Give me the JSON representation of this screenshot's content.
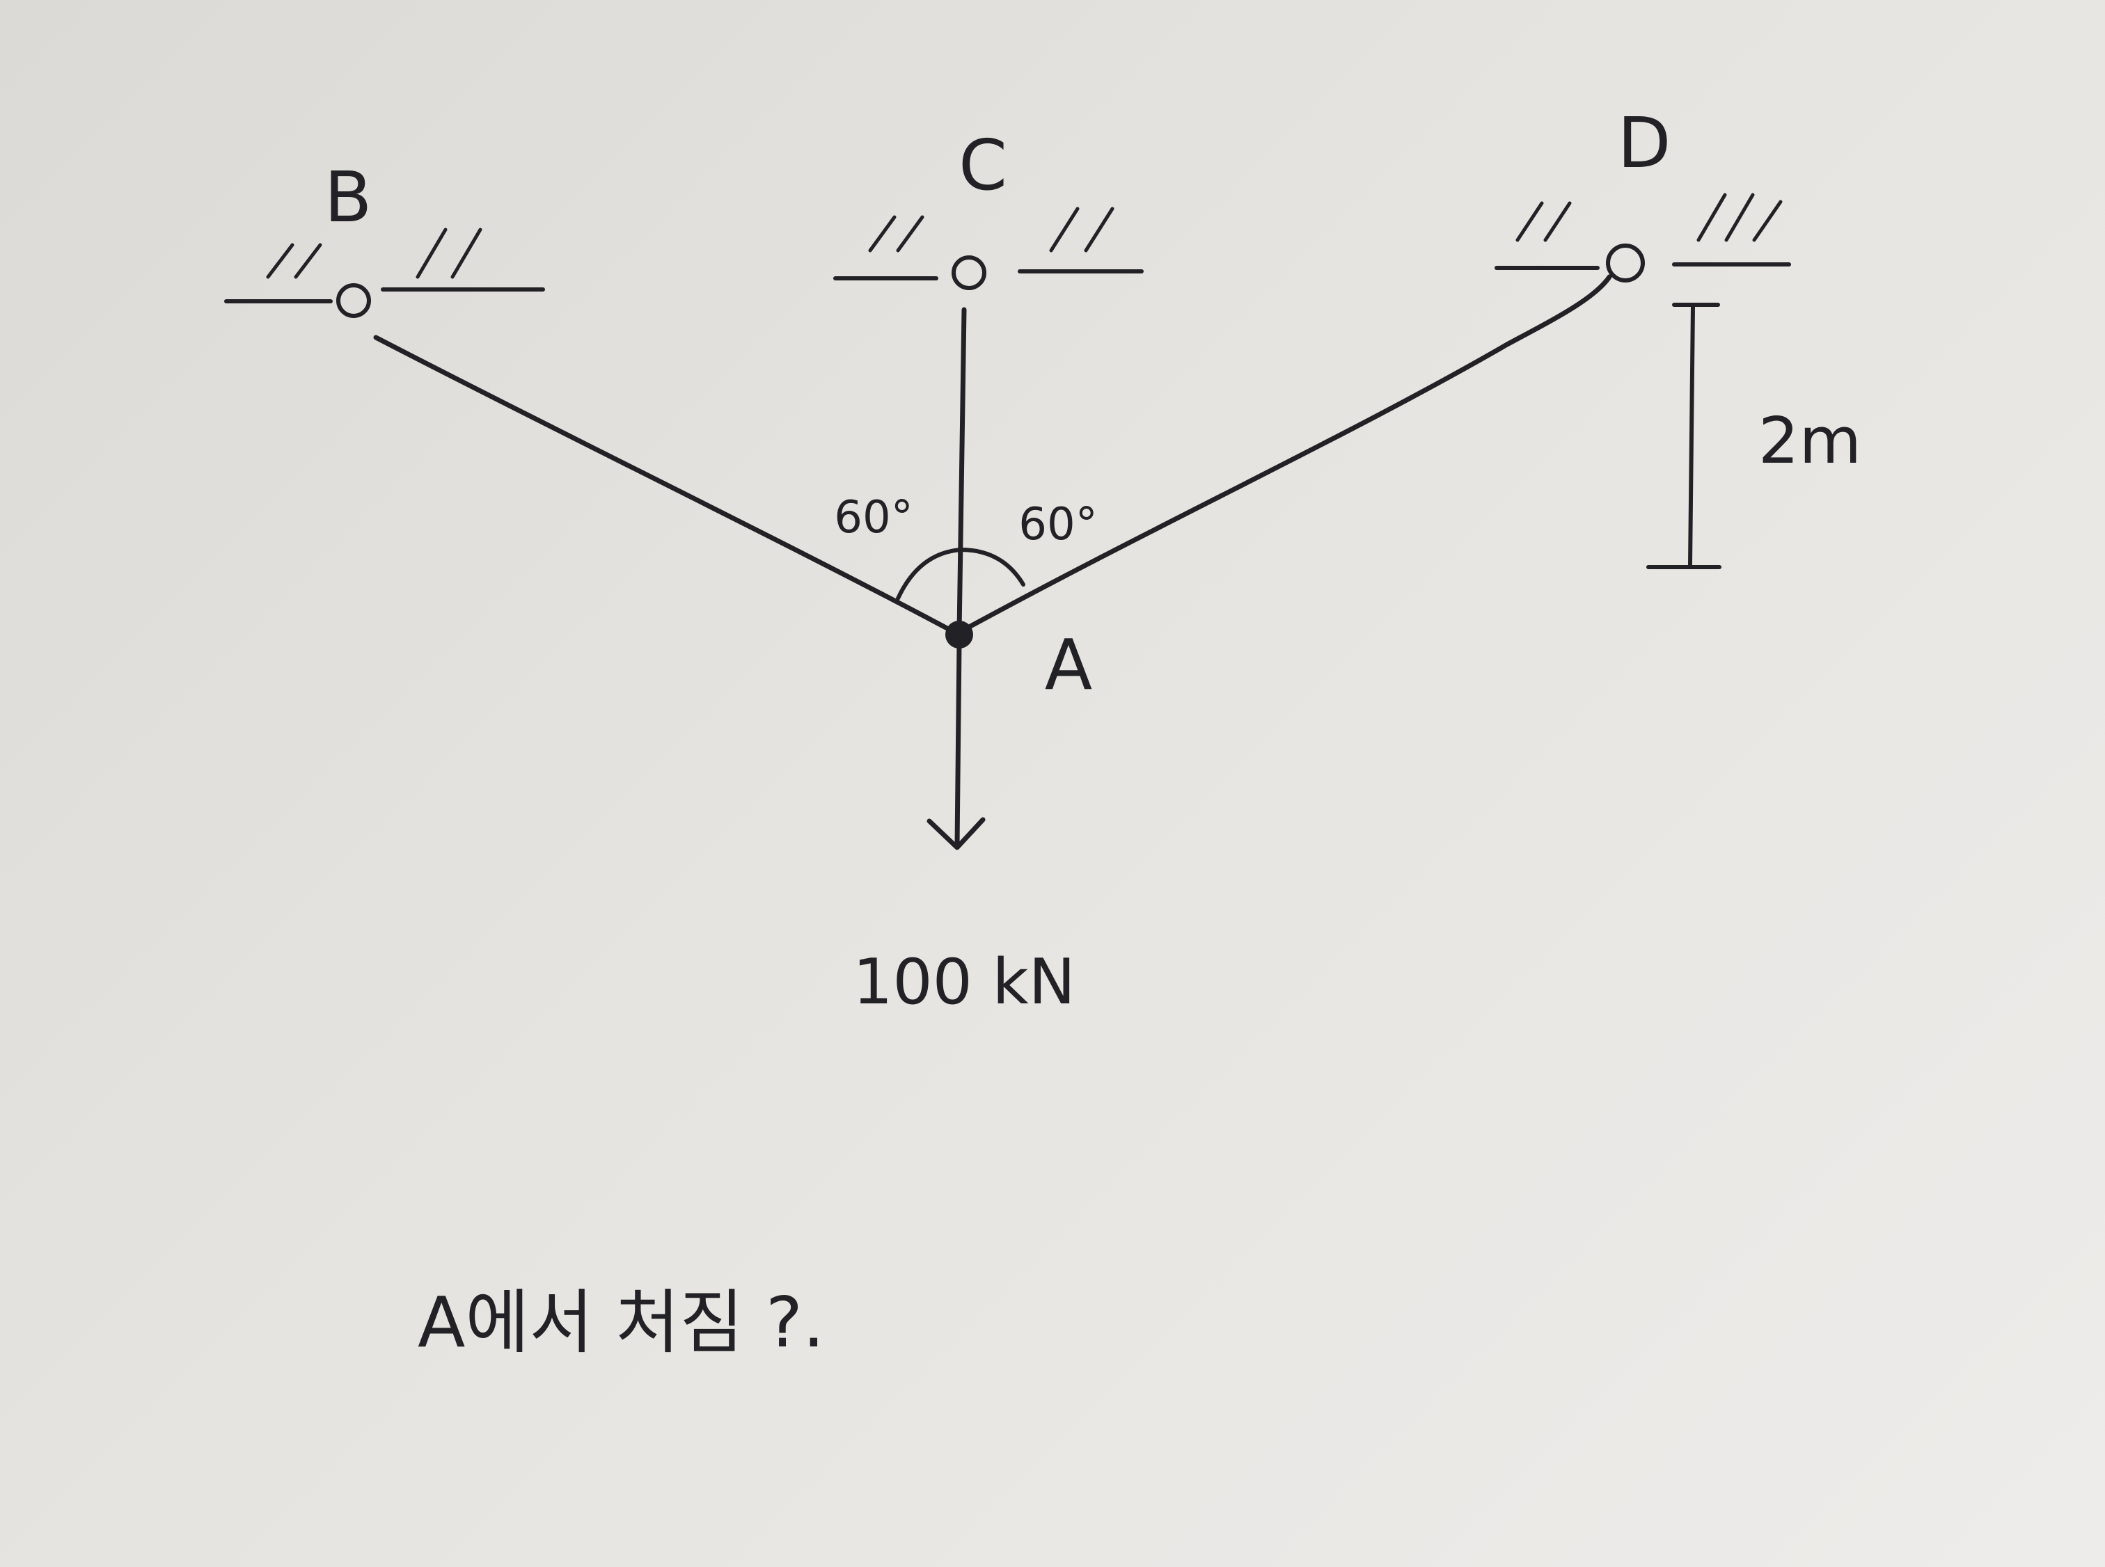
{
  "diagram": {
    "labels": {
      "support_b": "B",
      "support_c": "C",
      "support_d": "D",
      "joint_a": "A"
    },
    "angle_left": "60°",
    "angle_right": "60°",
    "height_dimension": "2m",
    "load": "100 kN",
    "question": "A에서 처짐 ?."
  },
  "colors": {
    "ink": "#222226",
    "paper": "#e6e4e0"
  }
}
